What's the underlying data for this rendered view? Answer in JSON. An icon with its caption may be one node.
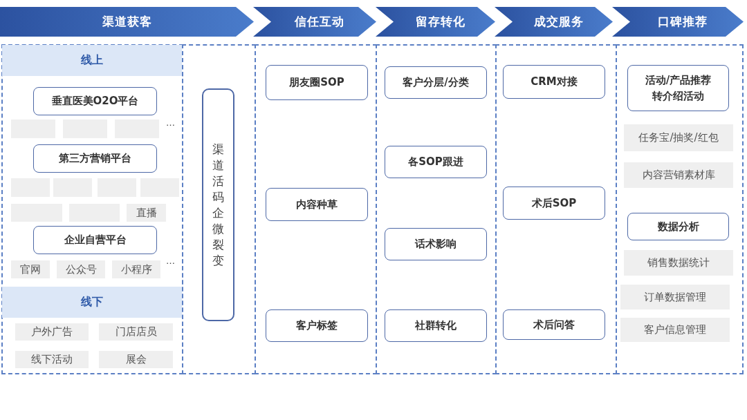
{
  "diagram": {
    "nodes": [
      {
        "text": [
          "渠道获客"
        ]
      },
      {
        "text": [
          "信任互动"
        ]
      },
      {
        "text": [
          "留存转化"
        ]
      },
      {
        "text": [
          "成交服务"
        ]
      },
      {
        "text": [
          "口碑推荐"
        ]
      },
      {
        "text": [],
        "shape": "box"
      },
      {
        "text": [
          "线上"
        ],
        "in": 5
      },
      {
        "text": [
          "垂直医美O2O平台"
        ],
        "in": 5
      },
      {
        "text": [],
        "shape": "box",
        "in": 5
      },
      {
        "text": [],
        "shape": "box",
        "in": 5
      },
      {
        "text": [],
        "shape": "box",
        "in": 5
      },
      {
        "text": [
          "第三方营销平台"
        ],
        "in": 5
      },
      {
        "text": [],
        "shape": "box",
        "in": 5
      },
      {
        "text": [],
        "shape": "box",
        "in": 5
      },
      {
        "text": [],
        "shape": "box",
        "in": 5
      },
      {
        "text": [],
        "shape": "box",
        "in": 5
      },
      {
        "text": [],
        "shape": "box",
        "in": 5
      },
      {
        "text": [],
        "shape": "box",
        "in": 5
      },
      {
        "text": [
          "直播"
        ],
        "in": 5
      },
      {
        "text": [
          "企业自营平台"
        ],
        "in": 5
      },
      {
        "text": [
          "官网"
        ],
        "in": 5
      },
      {
        "text": [
          "公众号"
        ],
        "in": 5
      },
      {
        "text": [
          "小程序"
        ],
        "in": 5
      },
      {
        "text": [
          "线下"
        ],
        "in": 5
      },
      {
        "text": [
          "户外广告"
        ],
        "in": 5
      },
      {
        "text": [
          "门店店员"
        ],
        "in": 5
      },
      {
        "text": [
          "线下活动"
        ],
        "in": 5
      },
      {
        "text": [
          "展会"
        ],
        "in": 5
      },
      {
        "text": [],
        "shape": "box"
      },
      {
        "text": [
          "渠道活码企微裂变"
        ],
        "in": 28
      },
      {
        "text": [],
        "shape": "box"
      },
      {
        "text": [
          "朋友圈SOP"
        ],
        "in": 30
      },
      {
        "text": [
          "内容种草"
        ],
        "in": 30
      },
      {
        "text": [
          "客户标签"
        ],
        "in": 30
      },
      {
        "text": [],
        "shape": "box"
      },
      {
        "text": [
          "客户分层/分类"
        ],
        "in": 34
      },
      {
        "text": [
          "各SOP跟进"
        ],
        "in": 34
      },
      {
        "text": [
          "话术影响"
        ],
        "in": 34
      },
      {
        "text": [
          "社群转化"
        ],
        "in": 34
      },
      {
        "text": [],
        "shape": "box"
      },
      {
        "text": [
          "CRM对接"
        ],
        "in": 39
      },
      {
        "text": [
          "术后SOP"
        ],
        "in": 39
      },
      {
        "text": [
          "术后问答"
        ],
        "in": 39
      },
      {
        "text": [],
        "shape": "box"
      },
      {
        "text": [
          "活动/产品推荐",
          "转介绍活动"
        ],
        "in": 43
      },
      {
        "text": [
          "任务宝/抽奖/红包"
        ],
        "in": 43
      },
      {
        "text": [
          "内容营销素材库"
        ],
        "in": 43
      },
      {
        "text": [
          "数据分析"
        ],
        "in": 43
      },
      {
        "text": [
          "销售数据统计"
        ],
        "in": 43
      },
      {
        "text": [
          "订单数据管理"
        ],
        "in": 43
      },
      {
        "text": [
          "客户信息管理"
        ],
        "in": 43
      }
    ],
    "labels": [
      "…",
      "…"
    ]
  }
}
